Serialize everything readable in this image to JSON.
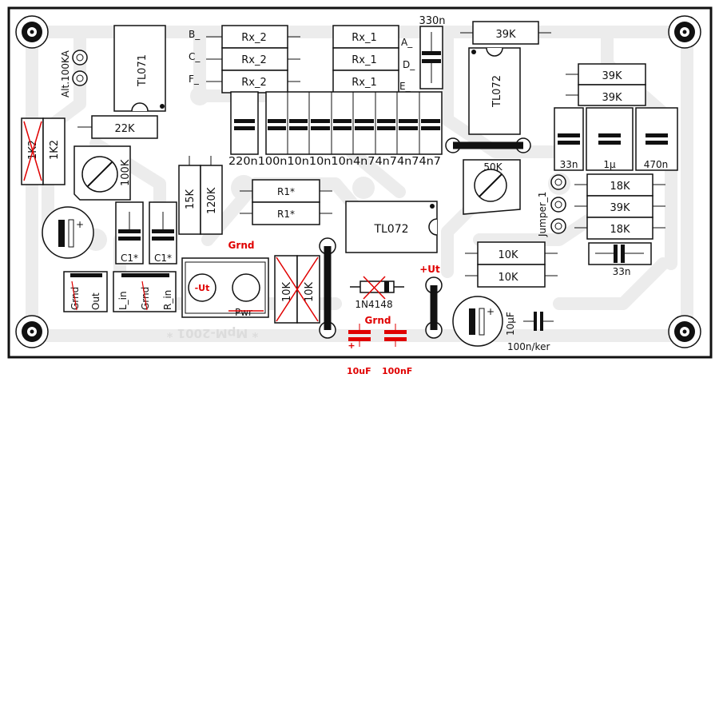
{
  "ic_labels": {
    "tl071": "TL071",
    "tl072_right": "TL072",
    "tl072_center": "TL072"
  },
  "left_labels": {
    "alt": "Alt.100KA",
    "r1k2": "1K2",
    "r1k2_crossed": "1K2",
    "r22k": "22K",
    "pot100k": "100K"
  },
  "row_letters": {
    "b": "B_",
    "c": "C_",
    "f": "F_",
    "a": "A_",
    "d": "D_",
    "e": "E_"
  },
  "rx2": [
    "Rx_2",
    "Rx_2",
    "Rx_2"
  ],
  "rx1": [
    "Rx_1",
    "Rx_1",
    "Rx_1"
  ],
  "caps_row": "220n100n10n10n10n4n74n74n74n7",
  "cap_330n": "330n",
  "r39k_top": "39K",
  "r39k_a": "39K",
  "r39k_b": "39K",
  "c33n": "33n",
  "c1u": "1µ",
  "c470n": "470n",
  "pot50k": "50K",
  "jumper": "Jumper_1",
  "r18k_a": "18K",
  "r39k_c": "39K",
  "r18k_b": "18K",
  "c33n_b": "33n",
  "r15k": "15K",
  "r120k": "120K",
  "r1_a": "R1*",
  "r1_b": "R1*",
  "c1_a": "C1*",
  "c1_b": "C1*",
  "r10k_a": "10K",
  "r10k_b": "10K",
  "r10k_c": "10K",
  "r10k_d": "10K",
  "grnd_top": "Grnd",
  "grnd_mid": "Grnd",
  "minus_ut": "-Ut",
  "plus_ut": "+Ut",
  "pwr": "Pwr",
  "diode": "1N4148",
  "cap_plus": "+",
  "elko_plus": "+",
  "c10u": "10µF",
  "c100n_ker": "100n/ker",
  "copyright": "* MpM-2001 *",
  "conn_left": [
    "Grnd",
    "Out"
  ],
  "conn_right": [
    "L_in",
    "Grnd",
    "R_in"
  ],
  "legend": {
    "c10u": "10uF",
    "c100n": "100nF"
  },
  "colors": {
    "copper": "#ececec",
    "outline": "#111111",
    "annotation": "#e00000",
    "background": "#ffffff"
  }
}
